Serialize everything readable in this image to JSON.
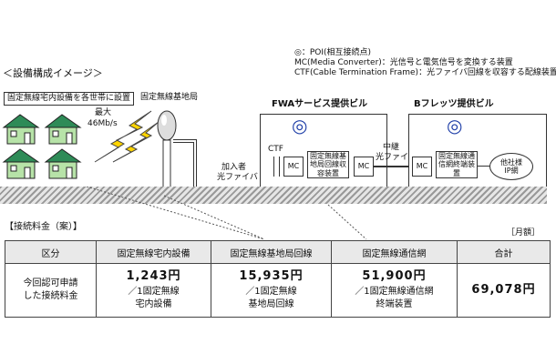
{
  "legend": {
    "poi": "◎：POI(相互接続点)",
    "mc": "MC(Media Converter)：光信号と電気信号を変換する装置",
    "ctf": "CTF(Cable Termination Frame)：光ファイバ回線を収容する配線装置"
  },
  "diagram": {
    "heading": "＜設備構成イメージ＞",
    "houses_label": "固定無線宅内設備を各世帯に設置",
    "max_label": "最大",
    "speed_label": "46Mb/s",
    "base_station_label": "固定無線基地局",
    "subscriber_fiber_1": "加入者",
    "subscriber_fiber_2": "光ファイバ",
    "fwa_building_label": "FWAサービス提供ビル",
    "bflets_building_label": "Bフレッツ提供ビル",
    "ctf_label": "CTF",
    "mc_label": "MC",
    "fwa_equipment": "固定無線基地局回線収容装置",
    "relay_fiber_1": "中継",
    "relay_fiber_2": "光ファイバ",
    "comm_equipment": "固定無線通信網終端装置",
    "other_ip_1": "他社様",
    "other_ip_2": "IP網"
  },
  "fees": {
    "title": "【接続料金（案）】",
    "unit": "［月額］",
    "headers": [
      "区分",
      "固定無線宅内設備",
      "固定無線基地局回線",
      "固定無線通信網",
      "合計"
    ],
    "row_label_1": "今回認可申請",
    "row_label_2": "した接続料金",
    "c1_value": "1,243円",
    "c1_note_1": "／1固定無線",
    "c1_note_2": "宅内設備",
    "c2_value": "15,935円",
    "c2_note_1": "／1固定無線",
    "c2_note_2": "基地局回線",
    "c3_value": "51,900円",
    "c3_note_1": "／1固定無線通信網",
    "c3_note_2": "終端装置",
    "total": "69,078円"
  },
  "colors": {
    "house_roof": "#2e8b57",
    "house_wall": "#b7e3a8",
    "lightning": "#ffd400",
    "ground": "#999999"
  }
}
